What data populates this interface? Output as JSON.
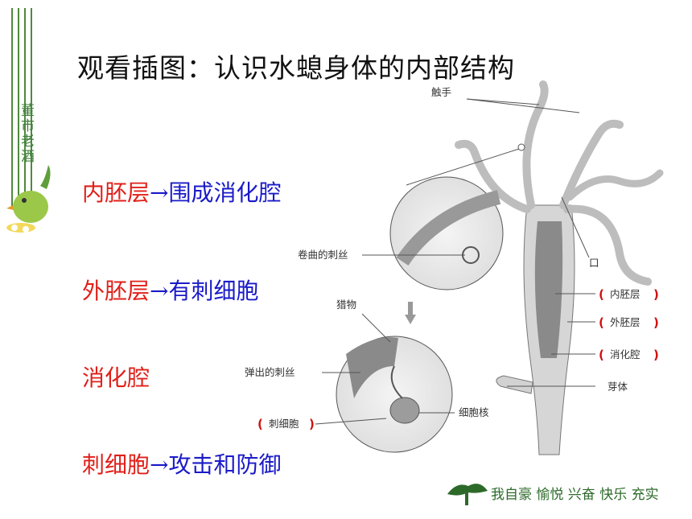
{
  "side_title": "董市老酒",
  "title": "观看插图：认识水螅身体的内部结构",
  "points": [
    {
      "term": "内胚层",
      "arrow": "→",
      "desc": "围成消化腔"
    },
    {
      "term": "外胚层",
      "arrow": "→",
      "desc": "有刺细胞"
    },
    {
      "term": "消化腔",
      "arrow": "",
      "desc": ""
    },
    {
      "term": "刺细胞",
      "arrow": "→",
      "desc": "攻击和防御"
    }
  ],
  "diagram_labels": {
    "tentacle": "触手",
    "mouth": "口",
    "endoderm": "内胚层",
    "ectoderm": "外胚层",
    "cavity": "消化腔",
    "bud": "芽体",
    "coiled": "卷曲的刺丝",
    "prey": "猎物",
    "ejected": "弹出的刺丝",
    "nucleus": "细胞核",
    "cnidocyte": "刺细胞"
  },
  "footer": "我自豪 愉悦 兴奋 快乐 充实",
  "colors": {
    "term": "#e0201a",
    "desc": "#1a1ac8",
    "deco": "#4f8a3e",
    "bracket": "#d01010"
  }
}
